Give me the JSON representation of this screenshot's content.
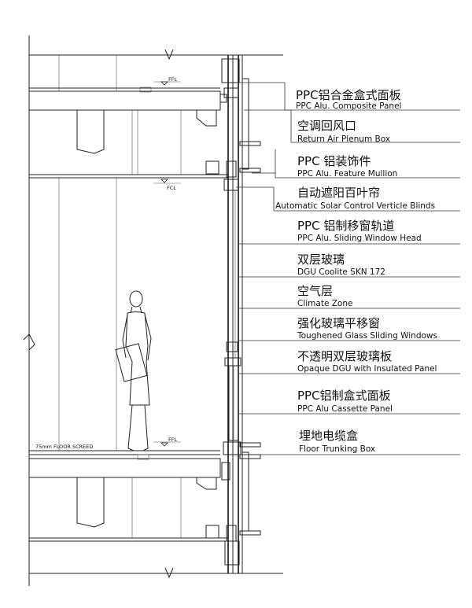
{
  "levels": {
    "ffl_top": "FFL",
    "fcl": "FCL",
    "ffl_bottom": "FFL",
    "floor_screed": "75mm FLOOR SCREED"
  },
  "labels": [
    {
      "zh": "PPC铝合金盒式面板",
      "en": "PPC Alu. Composite Panel"
    },
    {
      "zh": "空调回风口",
      "en": "Return Air Plenum Box"
    },
    {
      "zh": "PPC 铝装饰件",
      "en": "PPC Alu. Feature Mullion"
    },
    {
      "zh": "自动遮阳百叶帘",
      "en": "Automatic Solar Control Verticle Blinds"
    },
    {
      "zh": "PPC 铝制移窗轨道",
      "en": "PPC Alu. Sliding Window Head"
    },
    {
      "zh": "双层玻璃",
      "en": "DGU Coolite SKN 172"
    },
    {
      "zh": "空气层",
      "en": "Climate Zone"
    },
    {
      "zh": "强化玻璃平移窗",
      "en": "Toughened Glass Sliding Windows"
    },
    {
      "zh": "不透明双层玻璃板",
      "en": "Opaque DGU with Insulated Panel"
    },
    {
      "zh": "PPC铝制盒式面板",
      "en": "PPC Alu Cassette Panel"
    },
    {
      "zh": "埋地电缆盒",
      "en": "Floor Trunking Box"
    }
  ]
}
